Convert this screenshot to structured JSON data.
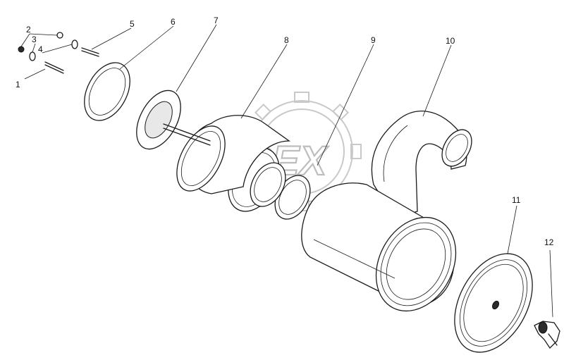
{
  "diagram": {
    "callouts": [
      {
        "id": "1",
        "label": "1"
      },
      {
        "id": "2",
        "label": "2"
      },
      {
        "id": "3",
        "label": "3"
      },
      {
        "id": "4",
        "label": "4"
      },
      {
        "id": "5",
        "label": "5"
      },
      {
        "id": "6",
        "label": "6"
      },
      {
        "id": "7",
        "label": "7"
      },
      {
        "id": "8",
        "label": "8"
      },
      {
        "id": "9",
        "label": "9"
      },
      {
        "id": "10",
        "label": "10"
      },
      {
        "id": "11",
        "label": "11"
      },
      {
        "id": "12",
        "label": "12"
      }
    ],
    "watermark": {
      "text": "OPEX"
    }
  }
}
